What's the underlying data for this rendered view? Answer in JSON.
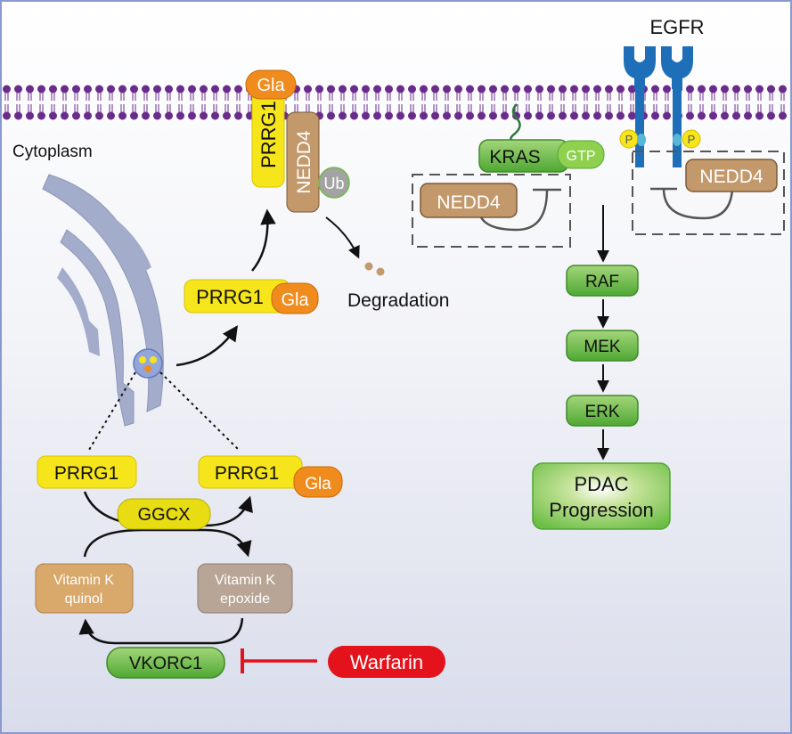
{
  "labels": {
    "egfr": "EGFR",
    "cytoplasm": "Cytoplasm",
    "gla": "Gla",
    "prrg1": "PRRG1",
    "nedd4": "NEDD4",
    "ub": "Ub",
    "degradation": "Degradation",
    "kras": "KRAS",
    "gtp": "GTP",
    "p": "P",
    "raf": "RAF",
    "mek": "MEK",
    "erk": "ERK",
    "pdac_line1": "PDAC",
    "pdac_line2": "Progression",
    "ggcx": "GGCX",
    "vitk_quinol_line1": "Vitamin K",
    "vitk_quinol_line2": "quinol",
    "vitk_epoxide_line1": "Vitamin K",
    "vitk_epoxide_line2": "epoxide",
    "vkorc1": "VKORC1",
    "warfarin": "Warfarin"
  },
  "colors": {
    "prrg1": "#f7e51c",
    "gla": "#f08c1e",
    "nedd4": "#c3996b",
    "ub": "#a3a3a3",
    "kinase_green": "#6bbd45",
    "warfarin_red": "#e3121b",
    "vit_quinol": "#d9a86b",
    "vit_epoxide": "#b8a595",
    "egfr_blue": "#1e6fb8",
    "membrane": "#6a2c8c",
    "golgi": "#a3accb"
  }
}
